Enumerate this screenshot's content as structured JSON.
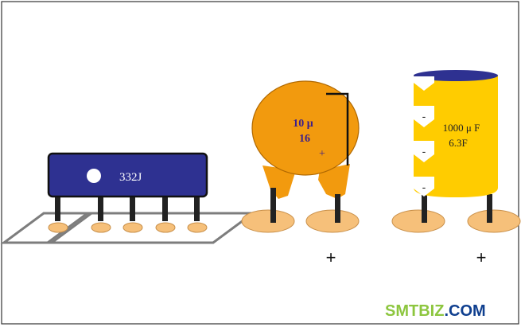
{
  "resistor_network": {
    "code": "332J",
    "body_color": "#2e3191",
    "pad_color": "#f6c07a",
    "pin_count": 5
  },
  "tantalum_capacitor": {
    "value": "10 μ",
    "voltage": "16",
    "polarity": "+",
    "body_color": "#f29a0e"
  },
  "electrolytic_capacitor": {
    "value": "1000 μ F",
    "voltage": "6.3F",
    "minus_marks": [
      "-",
      "-",
      "-"
    ],
    "body_color": "#ffcc00"
  },
  "polarity_marks": [
    "+",
    "+"
  ],
  "watermark": {
    "primary": "SMTBIZ",
    "suffix": ".COM",
    "primary_color": "#8dc63f",
    "suffix_color": "#0f3f8f"
  }
}
